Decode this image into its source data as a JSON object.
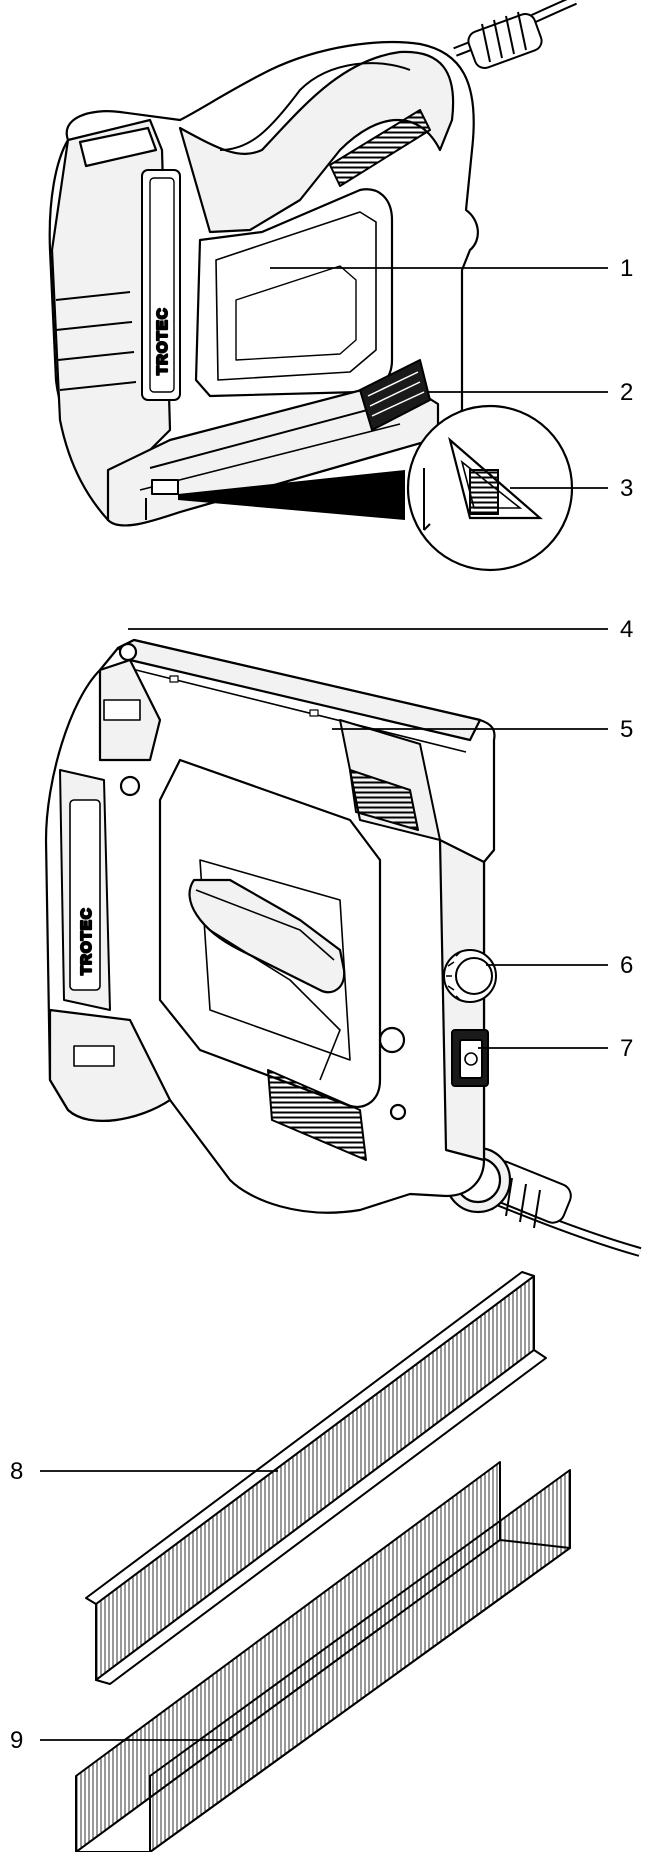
{
  "brand_label": "TROTEC",
  "callouts": [
    {
      "id": "1",
      "label": "1"
    },
    {
      "id": "2",
      "label": "2"
    },
    {
      "id": "3",
      "label": "3"
    },
    {
      "id": "4",
      "label": "4"
    },
    {
      "id": "5",
      "label": "5"
    },
    {
      "id": "6",
      "label": "6"
    },
    {
      "id": "7",
      "label": "7"
    },
    {
      "id": "8",
      "label": "8"
    },
    {
      "id": "9",
      "label": "9"
    }
  ],
  "colors": {
    "line": "#000000",
    "fill_light": "#f2f2f2",
    "fill_mid": "#d9d9d9",
    "fill_dark": "#1a1a1a",
    "background": "#ffffff"
  }
}
